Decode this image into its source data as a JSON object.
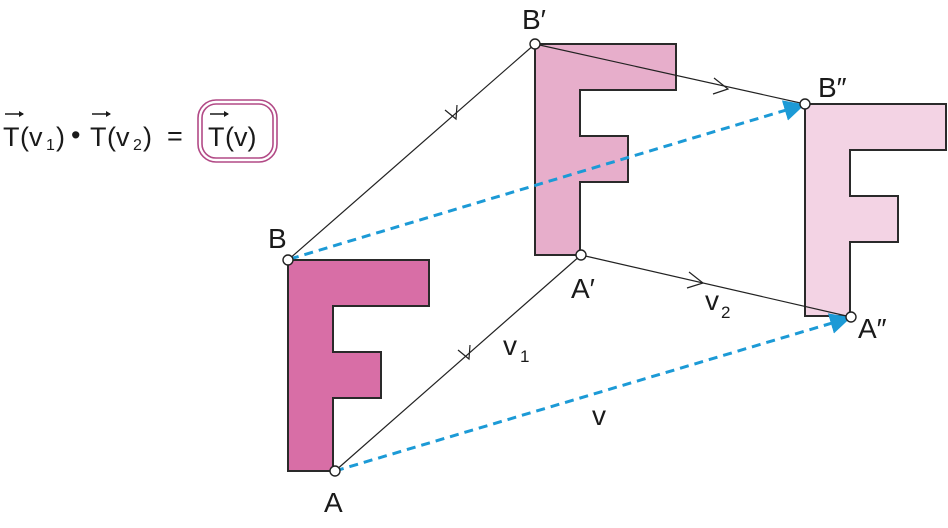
{
  "formula": {
    "t1": "T",
    "v1_open": "(v",
    "v1_sub": "1",
    "v1_close": ")",
    "dot": "•",
    "t2": "T",
    "v2_open": "(v",
    "v2_sub": "2",
    "v2_close": ")",
    "equals": "=",
    "t3": "T",
    "v3": "(v)"
  },
  "points": {
    "A": "A",
    "B": "B",
    "A1": "A′",
    "B1": "B′",
    "A2": "A″",
    "B2": "B″"
  },
  "vectors": {
    "v1_main": "v",
    "v1_sub": "1",
    "v2_main": "v",
    "v2_sub": "2",
    "v": "v"
  },
  "colors": {
    "shape_original": "#d86ea6",
    "shape_first": "#e7aecb",
    "shape_second": "#f3d3e4",
    "outline": "#2a2a2a",
    "result_vector": "#1c9ad6",
    "formula_box": "#b24a86"
  }
}
